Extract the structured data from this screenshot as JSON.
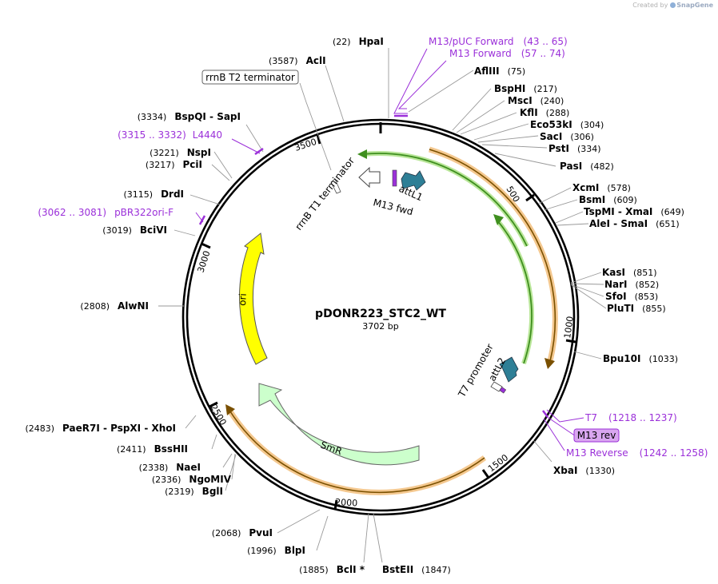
{
  "watermark": {
    "prefix": "Created by",
    "brand": "SnapGene"
  },
  "plasmid": {
    "name": "pDONR223_STC2_WT",
    "size_label": "3702 bp",
    "length": 3702
  },
  "ticks": [
    {
      "label": "500",
      "pos": 500
    },
    {
      "label": "1000",
      "pos": 1000
    },
    {
      "label": "1500",
      "pos": 1500
    },
    {
      "label": "2000",
      "pos": 2000
    },
    {
      "label": "2500",
      "pos": 2500
    },
    {
      "label": "3000",
      "pos": 3000
    },
    {
      "label": "3500",
      "pos": 3500
    }
  ],
  "enzymes": [
    {
      "name": "HpaI",
      "pos": "(22)"
    },
    {
      "name": "AclI",
      "pos": "(3587)"
    },
    {
      "name": "AflIII",
      "pos": "(75)"
    },
    {
      "name": "BspHI",
      "pos": "(217)"
    },
    {
      "name": "MscI",
      "pos": "(240)"
    },
    {
      "name": "KflI",
      "pos": "(288)"
    },
    {
      "name": "Eco53kI",
      "pos": "(304)"
    },
    {
      "name": "SacI",
      "pos": "(306)"
    },
    {
      "name": "PstI",
      "pos": "(334)"
    },
    {
      "name": "PasI",
      "pos": "(482)"
    },
    {
      "name": "XcmI",
      "pos": "(578)"
    },
    {
      "name": "BsmI",
      "pos": "(609)"
    },
    {
      "name": "TspMI - XmaI",
      "pos": "(649)"
    },
    {
      "name": "AleI - SmaI",
      "pos": "(651)"
    },
    {
      "name": "KasI",
      "pos": "(851)"
    },
    {
      "name": "NarI",
      "pos": "(852)"
    },
    {
      "name": "SfoI",
      "pos": "(853)"
    },
    {
      "name": "PluTI",
      "pos": "(855)"
    },
    {
      "name": "Bpu10I",
      "pos": "(1033)"
    },
    {
      "name": "XbaI",
      "pos": "(1330)"
    },
    {
      "name": "BstEII",
      "pos": "(1847)"
    },
    {
      "name": "BclI *",
      "pos": "(1885)"
    },
    {
      "name": "BlpI",
      "pos": "(1996)"
    },
    {
      "name": "PvuI",
      "pos": "(2068)"
    },
    {
      "name": "BglI",
      "pos": "(2319)"
    },
    {
      "name": "NgoMIV",
      "pos": "(2336)"
    },
    {
      "name": "NaeI",
      "pos": "(2338)"
    },
    {
      "name": "BssHII",
      "pos": "(2411)"
    },
    {
      "name": "PaeR7I - PspXI - XhoI",
      "pos": "(2483)"
    },
    {
      "name": "AlwNI",
      "pos": "(2808)"
    },
    {
      "name": "BciVI",
      "pos": "(3019)"
    },
    {
      "name": "DrdI",
      "pos": "(3115)"
    },
    {
      "name": "PciI",
      "pos": "(3217)"
    },
    {
      "name": "NspI",
      "pos": "(3221)"
    },
    {
      "name": "BspQI - SapI",
      "pos": "(3334)"
    }
  ],
  "primers": [
    {
      "name": "M13/pUC Forward",
      "range": "(43 .. 65)"
    },
    {
      "name": "M13 Forward",
      "range": "(57 .. 74)"
    },
    {
      "name": "T7",
      "range": "(1218 .. 1237)"
    },
    {
      "name": "M13 rev",
      "range": ""
    },
    {
      "name": "M13 Reverse",
      "range": "(1242 .. 1258)"
    },
    {
      "name": "L4440",
      "range": "(3315 .. 3332)"
    },
    {
      "name": "pBR322ori-F",
      "range": "(3062 .. 3081)"
    }
  ],
  "features": {
    "rrnb_t2": "rrnB T2 terminator",
    "rrnb_t1": "rrnB T1 terminator",
    "attl1": "attL1",
    "m13_fwd": "M13 fwd",
    "attl2": "attL2",
    "t7_promoter": "T7 promoter",
    "ori": "ori",
    "smr": "SmR"
  },
  "colors": {
    "primer": "#9b30d9",
    "orf": "#f0a040",
    "att_arc": "#3f8f1f",
    "att_box": "#2e7f96",
    "ori": "#ffff00",
    "smr": "#ccffcc"
  }
}
